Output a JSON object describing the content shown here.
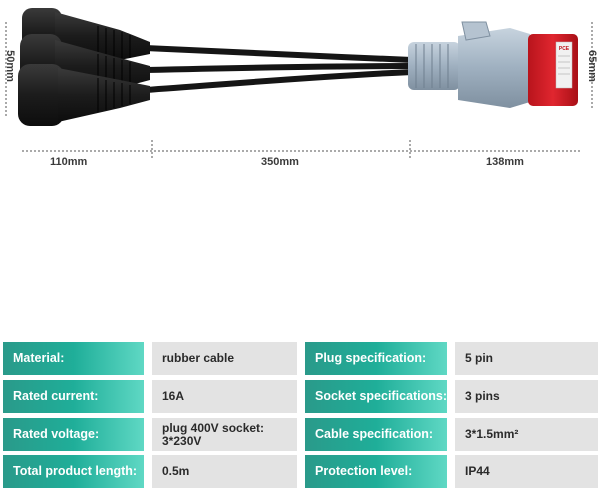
{
  "dimensions": {
    "socket_length": "110mm",
    "cable_length": "350mm",
    "plug_length": "138mm",
    "socket_height": "50mm",
    "plug_height": "65mm"
  },
  "plug_label": "PCE",
  "specs": [
    {
      "label_left": "Material:",
      "value_left": "rubber cable",
      "label_right": "Plug specification:",
      "value_right": "5 pin"
    },
    {
      "label_left": "Rated current:",
      "value_left": "16A",
      "label_right": "Socket specifications:",
      "value_right": "3 pins"
    },
    {
      "label_left": "Rated voltage:",
      "value_left": "plug 400V socket: 3*230V",
      "label_right": "Cable specification:",
      "value_right": "3*1.5mm²"
    },
    {
      "label_left": "Total product length:",
      "value_left": "0.5m",
      "label_right": "Protection level:",
      "value_right": "IP44"
    }
  ],
  "colors": {
    "label_bg": "#1fae99",
    "value_bg": "#e3e3e3",
    "plug_red": "#d6202a",
    "plug_grey": "#a9b9c8"
  }
}
